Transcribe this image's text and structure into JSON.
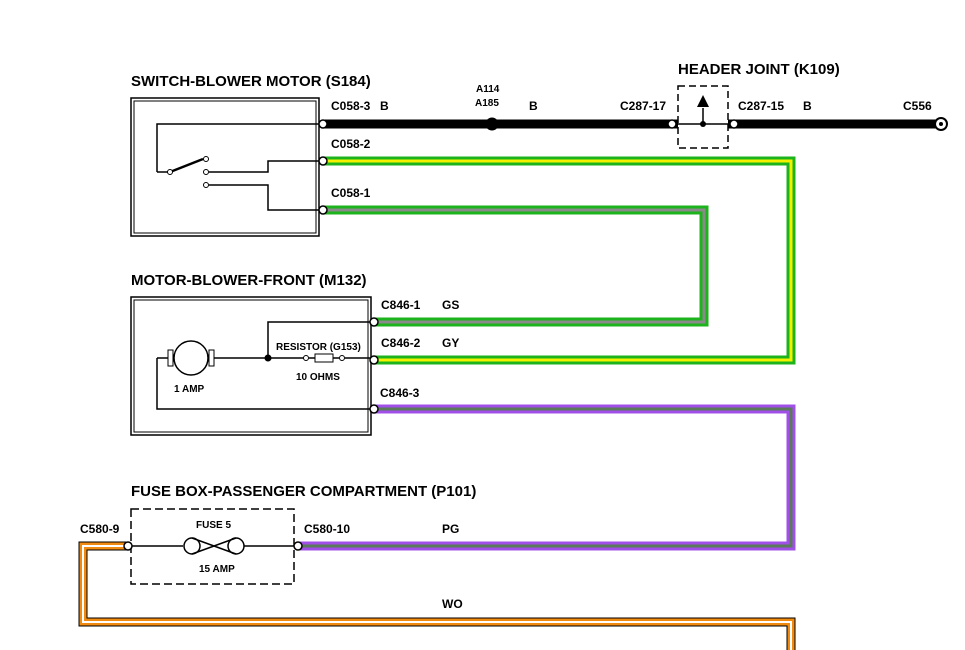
{
  "components": {
    "switch": {
      "title": "SWITCH-BLOWER MOTOR (S184)",
      "pin1": "C058-3",
      "pin2": "C058-2",
      "pin3": "C058-1"
    },
    "header_joint": {
      "title": "HEADER JOINT (K109)",
      "pin_in": "C287-17",
      "pin_out": "C287-15"
    },
    "motor": {
      "title": "MOTOR-BLOWER-FRONT (M132)",
      "pin1": "C846-1",
      "pin2": "C846-2",
      "pin3": "C846-3",
      "rating": "1 AMP",
      "resistor_label": "RESISTOR (G153)",
      "resistor_value": "10 OHMS"
    },
    "fuse_box": {
      "title": "FUSE BOX-PASSENGER COMPARTMENT (P101)",
      "pin_in": "C580-9",
      "pin_out": "C580-10",
      "fuse_label": "FUSE 5",
      "fuse_rating": "15 AMP"
    }
  },
  "ground": {
    "label": "C556"
  },
  "splice": {
    "label_top": "A114",
    "label_bottom": "A185"
  },
  "wires": {
    "b1": {
      "code": "B"
    },
    "b2": {
      "code": "B"
    },
    "b3": {
      "code": "B"
    },
    "gs": {
      "code": "GS",
      "color": "#1db31d",
      "stripe": "#8a8a8a"
    },
    "gy": {
      "code": "GY",
      "color": "#1db31d",
      "stripe": "#f4f000"
    },
    "pg": {
      "code": "PG",
      "color": "#a050e8",
      "stripe": "#5a7a5a"
    },
    "wo": {
      "code": "WO",
      "color": "#f08a10",
      "stripe": "#ffffff"
    }
  }
}
